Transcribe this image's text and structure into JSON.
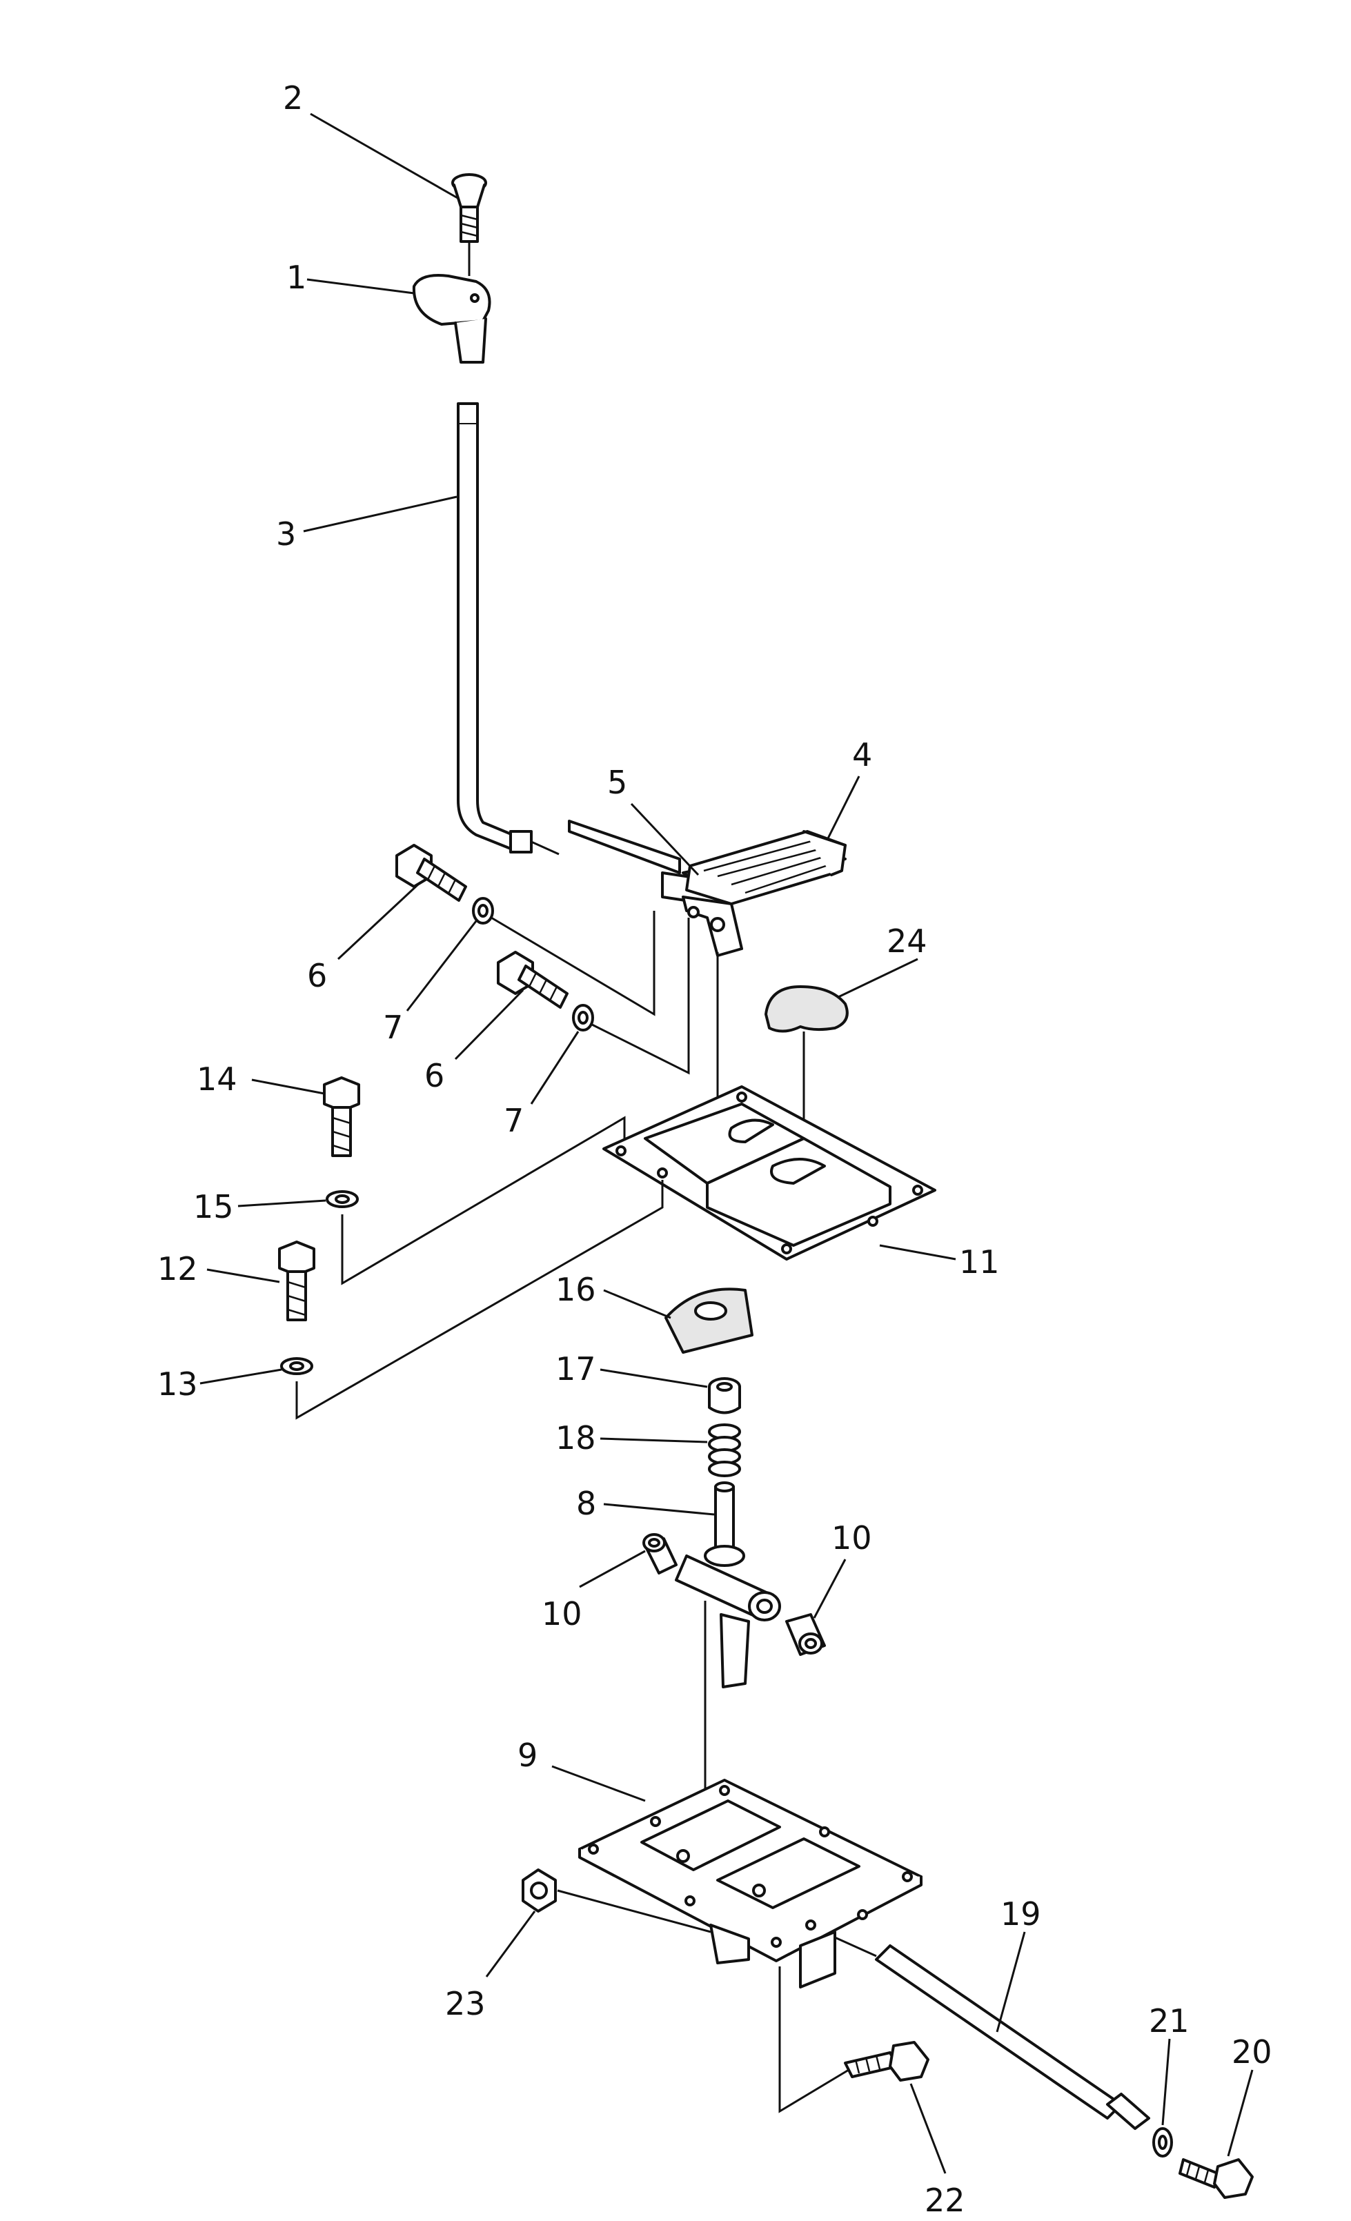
{
  "diagram": {
    "type": "exploded-parts-view",
    "callouts": [
      {
        "id": "c1",
        "label": "1"
      },
      {
        "id": "c2",
        "label": "2"
      },
      {
        "id": "c3",
        "label": "3"
      },
      {
        "id": "c4",
        "label": "4"
      },
      {
        "id": "c5",
        "label": "5"
      },
      {
        "id": "c6a",
        "label": "6"
      },
      {
        "id": "c6b",
        "label": "6"
      },
      {
        "id": "c7a",
        "label": "7"
      },
      {
        "id": "c7b",
        "label": "7"
      },
      {
        "id": "c8",
        "label": "8"
      },
      {
        "id": "c9",
        "label": "9"
      },
      {
        "id": "c10a",
        "label": "10"
      },
      {
        "id": "c10b",
        "label": "10"
      },
      {
        "id": "c11",
        "label": "11"
      },
      {
        "id": "c12",
        "label": "12"
      },
      {
        "id": "c13",
        "label": "13"
      },
      {
        "id": "c14",
        "label": "14"
      },
      {
        "id": "c15",
        "label": "15"
      },
      {
        "id": "c16",
        "label": "16"
      },
      {
        "id": "c17",
        "label": "17"
      },
      {
        "id": "c18",
        "label": "18"
      },
      {
        "id": "c19",
        "label": "19"
      },
      {
        "id": "c20",
        "label": "20"
      },
      {
        "id": "c21",
        "label": "21"
      },
      {
        "id": "c22",
        "label": "22"
      },
      {
        "id": "c23",
        "label": "23"
      },
      {
        "id": "c24",
        "label": "24"
      }
    ]
  },
  "colors": {
    "line": "#111111",
    "background": "#ffffff",
    "shade": "#e6e6e6"
  }
}
